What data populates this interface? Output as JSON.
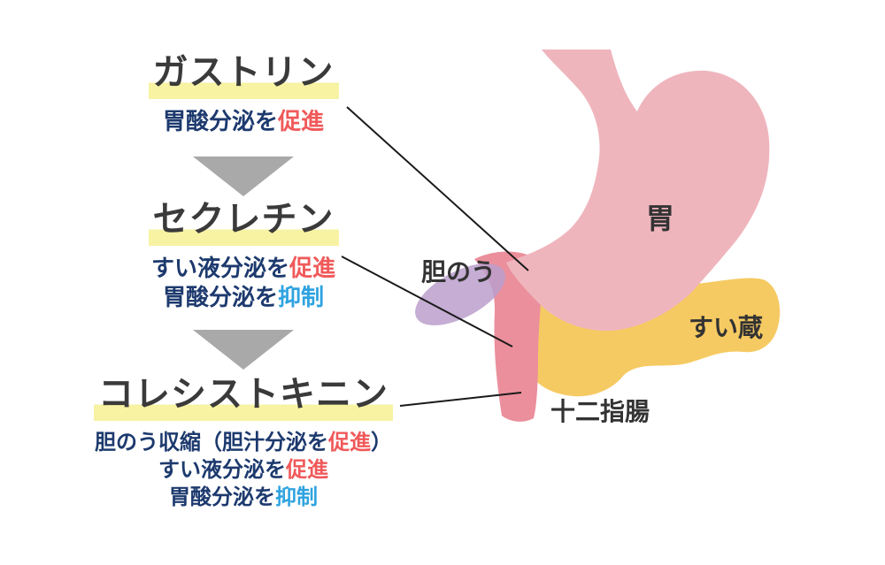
{
  "hormones": [
    {
      "name": "ガストリン",
      "effects": [
        {
          "parts": [
            {
              "text": "胃酸分泌を",
              "color": "navy"
            },
            {
              "text": "促進",
              "color": "red"
            }
          ]
        }
      ]
    },
    {
      "name": "セクレチン",
      "effects": [
        {
          "parts": [
            {
              "text": "すい液分泌を",
              "color": "navy"
            },
            {
              "text": "促進",
              "color": "red"
            }
          ]
        },
        {
          "parts": [
            {
              "text": "胃酸分泌を",
              "color": "navy"
            },
            {
              "text": "抑制",
              "color": "light_blue"
            }
          ]
        }
      ]
    },
    {
      "name": "コレシストキニン",
      "effects": [
        {
          "parts": [
            {
              "text": "胆のう収縮（胆汁分泌を",
              "color": "navy"
            },
            {
              "text": "促進",
              "color": "red"
            },
            {
              "text": "）",
              "color": "navy"
            }
          ]
        },
        {
          "parts": [
            {
              "text": "すい液分泌を",
              "color": "navy"
            },
            {
              "text": "促進",
              "color": "red"
            }
          ]
        },
        {
          "parts": [
            {
              "text": "胃酸分泌を",
              "color": "navy"
            },
            {
              "text": "抑制",
              "color": "light_blue"
            }
          ]
        }
      ]
    }
  ],
  "anatomy": {
    "labels": {
      "stomach": "胃",
      "gallbladder": "胆のう",
      "pancreas": "すい蔵",
      "duodenum": "十二指腸"
    },
    "colors": {
      "stomach": "#efb5bd",
      "duodenum": "#eb8f9c",
      "pancreas": "#f6ca62",
      "gallbladder": "#bb9fcc",
      "line": "#1a1a1a"
    }
  },
  "ui_colors": {
    "heading_text": "#3a3a3a",
    "highlight_yellow": "#f7f3a3",
    "navy": "#1d3a6e",
    "red": "#f0595a",
    "light_blue": "#2fa3e0",
    "arrow_gray": "#a9a9a9",
    "background": "#ffffff"
  }
}
